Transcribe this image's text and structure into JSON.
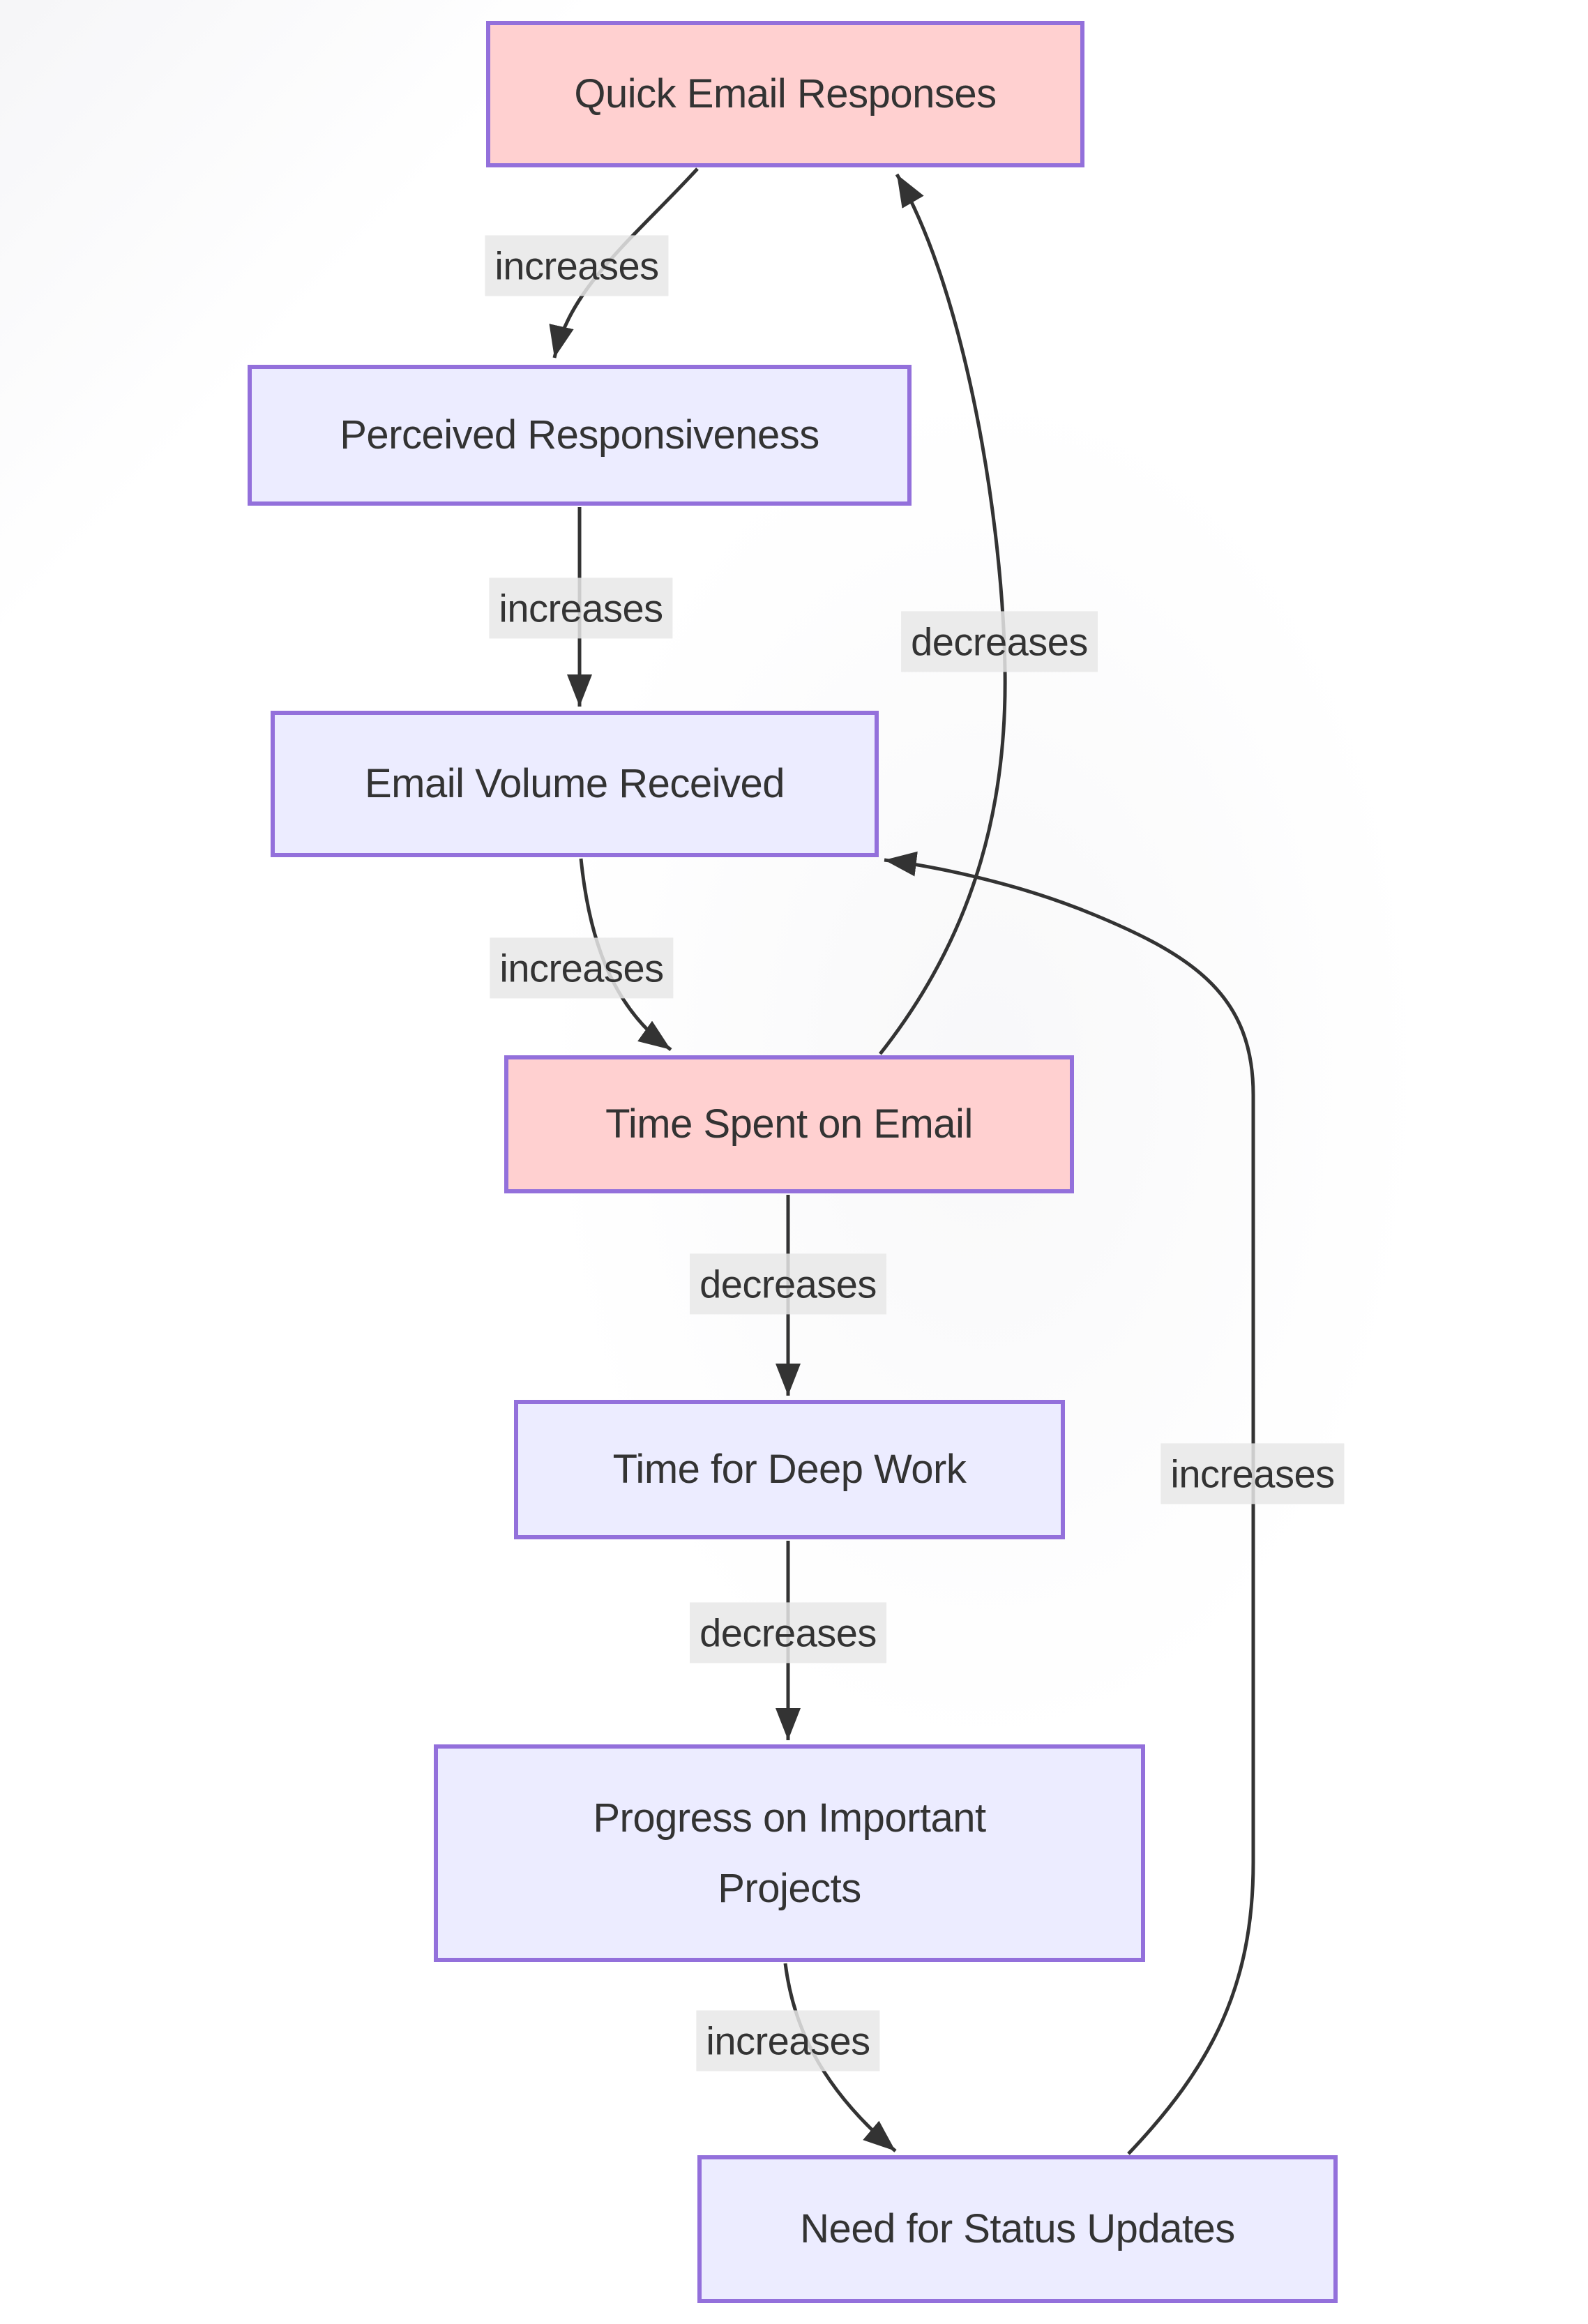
{
  "diagram": {
    "type": "flowchart",
    "description": "Causal loop diagram about quick email responses and deep work",
    "nodes": [
      {
        "id": "quick-email-responses",
        "label": "Quick Email Responses",
        "style": "highlight"
      },
      {
        "id": "perceived-responsiveness",
        "label": "Perceived Responsiveness",
        "style": "default"
      },
      {
        "id": "email-volume-received",
        "label": "Email Volume Received",
        "style": "default"
      },
      {
        "id": "time-spent-on-email",
        "label": "Time Spent on Email",
        "style": "highlight"
      },
      {
        "id": "time-for-deep-work",
        "label": "Time for Deep Work",
        "style": "default"
      },
      {
        "id": "progress-on-projects",
        "label": "Progress on Important Projects",
        "style": "default"
      },
      {
        "id": "need-for-status-updates",
        "label": "Need for Status Updates",
        "style": "default"
      }
    ],
    "edges": [
      {
        "from": "quick-email-responses",
        "to": "perceived-responsiveness",
        "label": "increases"
      },
      {
        "from": "perceived-responsiveness",
        "to": "email-volume-received",
        "label": "increases"
      },
      {
        "from": "email-volume-received",
        "to": "time-spent-on-email",
        "label": "increases"
      },
      {
        "from": "time-spent-on-email",
        "to": "time-for-deep-work",
        "label": "decreases"
      },
      {
        "from": "time-for-deep-work",
        "to": "progress-on-projects",
        "label": "decreases"
      },
      {
        "from": "progress-on-projects",
        "to": "need-for-status-updates",
        "label": "increases"
      },
      {
        "from": "time-spent-on-email",
        "to": "quick-email-responses",
        "label": "decreases"
      },
      {
        "from": "need-for-status-updates",
        "to": "email-volume-received",
        "label": "increases"
      }
    ],
    "colors": {
      "node_default_fill": "#ECECFF",
      "node_highlight_fill": "#FFD0D0",
      "node_border": "#9370DB",
      "edge_line": "#333333",
      "edge_label_background": "#E8E8E8",
      "text": "#333333",
      "canvas_background": "#FFFFFF"
    }
  }
}
